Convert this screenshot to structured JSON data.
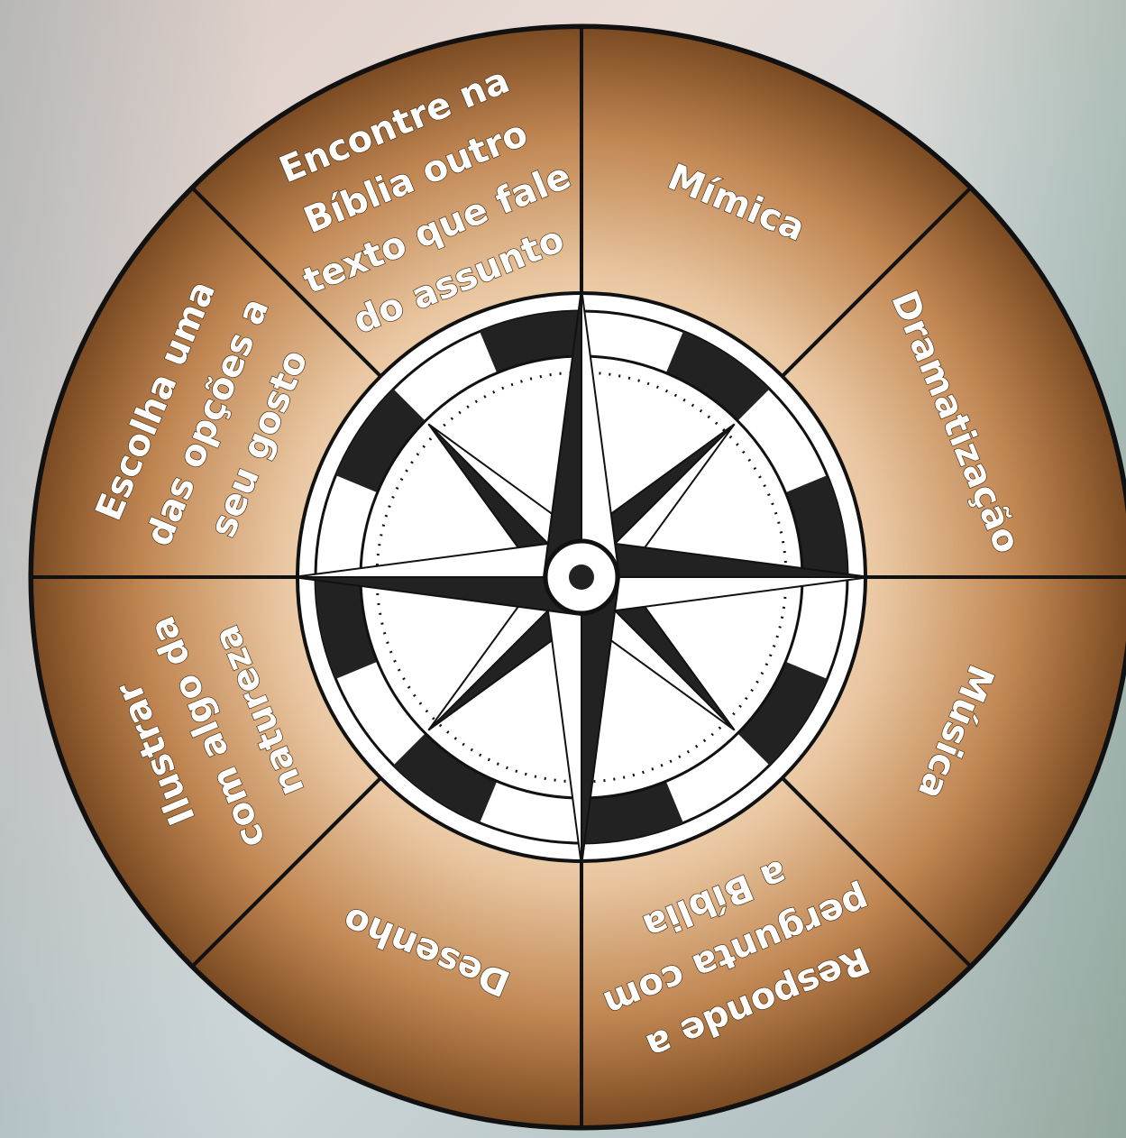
{
  "wheel": {
    "segments": [
      {
        "name": "segment-mimica",
        "lines": [
          "Mímica"
        ]
      },
      {
        "name": "segment-dramatizacao",
        "lines": [
          "Dramatização"
        ]
      },
      {
        "name": "segment-musica",
        "lines": [
          "Música"
        ]
      },
      {
        "name": "segment-responde",
        "lines": [
          "Responde a",
          "pergunta com",
          "a Bíblia"
        ]
      },
      {
        "name": "segment-desenho",
        "lines": [
          "Desenho"
        ]
      },
      {
        "name": "segment-ilustrar",
        "lines": [
          "Ilustrar",
          "com algo da",
          "natureza"
        ]
      },
      {
        "name": "segment-escolha",
        "lines": [
          "Escolha uma",
          "das opções a",
          "seu gosto"
        ]
      },
      {
        "name": "segment-encontre",
        "lines": [
          "Encontre na",
          "Bíblia outro",
          "texto que fale",
          "do assunto"
        ]
      }
    ],
    "colors": {
      "segment_light": "#f4dcc4",
      "segment_dark": "#8a5628",
      "border": "#111111",
      "compass_bg": "#ffffff",
      "compass_dark": "#222222"
    },
    "center_icon": "compass-rose-icon"
  }
}
